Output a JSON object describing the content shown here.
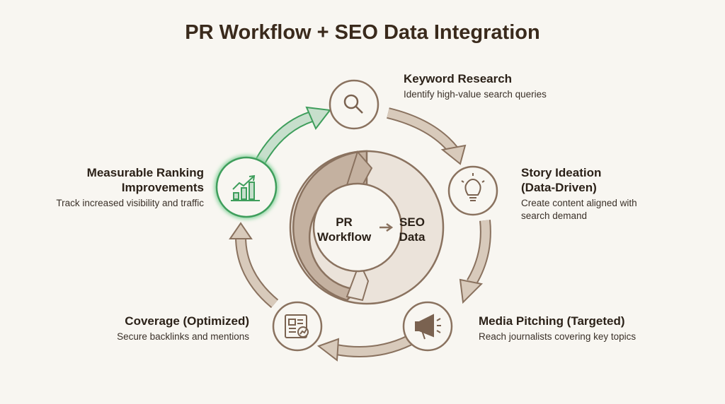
{
  "title": "PR Workflow + SEO Data Integration",
  "center": {
    "left": "PR Workflow",
    "left_line1": "PR",
    "left_line2": "Workflow",
    "right_line1": "SEO",
    "right_line2": "Data"
  },
  "steps": [
    {
      "title": "Keyword Research",
      "desc": "Identify high-value search queries",
      "icon": "magnifier-icon"
    },
    {
      "title_line1": "Story Ideation",
      "title_line2": "(Data-Driven)",
      "desc_line1": "Create content aligned with",
      "desc_line2": "search demand",
      "icon": "lightbulb-icon"
    },
    {
      "title": "Media Pitching (Targeted)",
      "desc": "Reach journalists covering key topics",
      "icon": "megaphone-icon"
    },
    {
      "title": "Coverage (Optimized)",
      "desc": "Secure backlinks and mentions",
      "icon": "newspaper-icon"
    },
    {
      "title_line1": "Measurable Ranking",
      "title_line2": "Improvements",
      "desc": "Track increased visibility and traffic",
      "icon": "growth-chart-icon"
    }
  ],
  "colors": {
    "background": "#f8f6f1",
    "brown": "#8a725f",
    "beige": "#d8cabb",
    "green": "#3f9e5c"
  }
}
